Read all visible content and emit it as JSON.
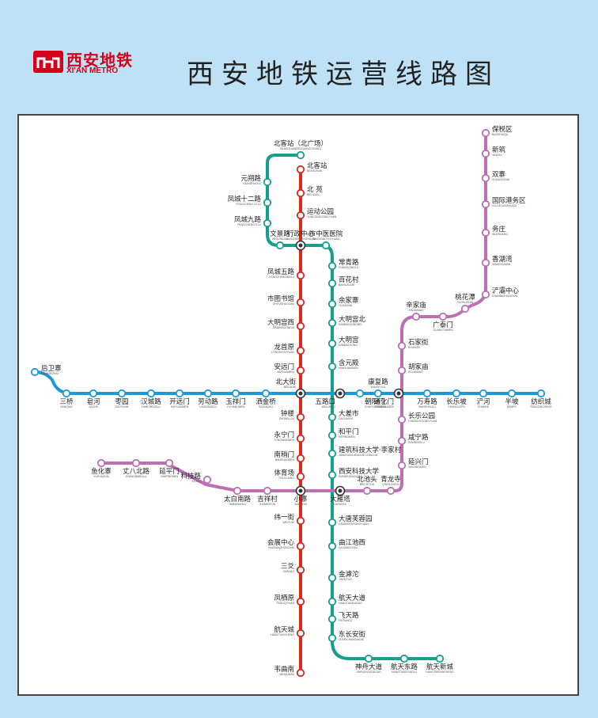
{
  "header": {
    "logo_cn": "西安地铁",
    "logo_en": "XI'AN METRO",
    "title": "西安地铁运营线路图"
  },
  "lines": {
    "line1": {
      "color": "#1c9ad6"
    },
    "line2": {
      "color": "#e1261c"
    },
    "line3": {
      "color": "#bd6fb6"
    },
    "line4": {
      "color": "#15a08e"
    }
  },
  "stations": {
    "houweizhai": {
      "cn": "后卫寨",
      "en": "HOUWEIZHAI"
    },
    "sanqiao": {
      "cn": "三桥",
      "en": "SANQIAO"
    },
    "zaohe": {
      "cn": "皂河",
      "en": "ZAOHE"
    },
    "zaoyuan": {
      "cn": "枣园",
      "en": "ZAOYUAN"
    },
    "hanchenglu": {
      "cn": "汉城路",
      "en": "HANCHENGLU"
    },
    "kaiyuanmen": {
      "cn": "开远门",
      "en": "KAIYUANMEN"
    },
    "laodonglu": {
      "cn": "劳动路",
      "en": "LAODONGLU"
    },
    "yuxiangmen": {
      "cn": "玉祥门",
      "en": "YUXIANGMEN"
    },
    "sajinqiao": {
      "cn": "洒金桥",
      "en": "SAJINQIAO"
    },
    "beidajie": {
      "cn": "北大街",
      "en": "BEIDAJIE"
    },
    "wuluokou": {
      "cn": "五路口",
      "en": "WULUKOU"
    },
    "chaoyangmen": {
      "cn": "朝阳门",
      "en": "CHAOYANGMEN"
    },
    "kangfulu": {
      "cn": "康复路",
      "en": "KANGFULU"
    },
    "tonghuamen": {
      "cn": "通化门",
      "en": "TONGHUAMEN"
    },
    "wanshoulu": {
      "cn": "万寿路",
      "en": "WANSHOULU"
    },
    "changlepo": {
      "cn": "长乐坡",
      "en": "CHANGLEPO"
    },
    "chanhe": {
      "cn": "浐河",
      "en": "CHANHE"
    },
    "banpo": {
      "cn": "半坡",
      "en": "BANPO"
    },
    "fangzhicheng": {
      "cn": "纺织城",
      "en": "FANGZHICHENG"
    },
    "beikezhan": {
      "cn": "北客站",
      "en": "BEIKEZHAN"
    },
    "beiyuan": {
      "cn": "北 苑",
      "en": "BEIYUAN"
    },
    "yundonggongyuan": {
      "cn": "运动公园",
      "en": "YUNDONGGONGYUAN"
    },
    "xingzhengzhongxin": {
      "cn": "行政中心",
      "en": "XINGZHENGZHONGXIN"
    },
    "fengchengwulu": {
      "cn": "凤城五路",
      "en": "FENGCHENGWULU"
    },
    "shitushuguan": {
      "cn": "市图书馆",
      "en": "SHITUSHUGUAN"
    },
    "damingongxi": {
      "cn": "大明宫西",
      "en": "DAMINGGONGXI"
    },
    "longshouyuan": {
      "cn": "龙首原",
      "en": "LONGSHOUYUAN"
    },
    "anyuanmen": {
      "cn": "安远门",
      "en": "ANYUANMEN"
    },
    "zhonglou": {
      "cn": "钟楼",
      "en": "ZHONGLOU"
    },
    "yongningmen": {
      "cn": "永宁门",
      "en": "YONGNINGMEN"
    },
    "nanshaomen": {
      "cn": "南稍门",
      "en": "NANSHAOMEN"
    },
    "tiyuchang": {
      "cn": "体育场",
      "en": "TIYUCHANG"
    },
    "xiaozhai": {
      "cn": "小寨",
      "en": "XIAOZHAI"
    },
    "weiyijie": {
      "cn": "纬一街",
      "en": "WEIYIJIE"
    },
    "huizhanzhongxin": {
      "cn": "会展中心",
      "en": "HUIZHANZHONGXIN"
    },
    "sanyao": {
      "cn": "三爻",
      "en": "SANYAO"
    },
    "fengqiyuan": {
      "cn": "凤栖原",
      "en": "FENGQIYUAN"
    },
    "hangtiancheng": {
      "cn": "航天城",
      "en": "HANGTIANCHENG"
    },
    "weiqu_nan": {
      "cn": "韦曲南",
      "en": "WEIQUNAN"
    },
    "beikezhan_bei": {
      "cn": "北客站（北广场）",
      "en": "BEIKEZHAN(BEIGUANGCHANG)"
    },
    "yuanshuolu": {
      "cn": "元朔路",
      "en": "YUANSHUOLU"
    },
    "fengchengshierlu": {
      "cn": "凤城十二路",
      "en": "FENGCHENG 12 LU"
    },
    "fengchengjiulu": {
      "cn": "凤城九路",
      "en": "FENGCHENG 9 LU"
    },
    "wenjinglu": {
      "cn": "文景路",
      "en": "WENJINGLU"
    },
    "shizhongyiyiyuan": {
      "cn": "市中医医院",
      "en": "SHIZHONGYIYIYUAN"
    },
    "changqinglu": {
      "cn": "常青路",
      "en": "CHANGQINGLU"
    },
    "baihuacun": {
      "cn": "百花村",
      "en": "BAIHUACUN"
    },
    "yujiazhai": {
      "cn": "余家寨",
      "en": "YUJIAZHAI"
    },
    "damingongbei": {
      "cn": "大明宫北",
      "en": "DAMINGGONGBEI"
    },
    "damingong": {
      "cn": "大明宫",
      "en": "DAMINGGONG"
    },
    "hanyuandian": {
      "cn": "含元殿",
      "en": "HANYUANDIAN"
    },
    "dachashi": {
      "cn": "大差市",
      "en": "DACHASHI"
    },
    "hepingmen": {
      "cn": "和平门",
      "en": "HEPINGMEN"
    },
    "jianzhukeji": {
      "cn": "建筑科技大学·李家村",
      "en": "JIANZHUKEJIDAXUE·LIJIACUN"
    },
    "xiankeji": {
      "cn": "西安科技大学",
      "en": "XIANKEJIDAXUE"
    },
    "dayanta": {
      "cn": "大雁塔",
      "en": "DAYANTA"
    },
    "datangfuronghyuan": {
      "cn": "大唐芙蓉园",
      "en": "DATANGFURONGYUAN"
    },
    "qujiangchixi": {
      "cn": "曲江池西",
      "en": "QUJIANGCHIXI"
    },
    "jinhutuo": {
      "cn": "金滹沱",
      "en": "JINHUTUO"
    },
    "hangtiandadao": {
      "cn": "航天大道",
      "en": "HANGTIANDADAO"
    },
    "feitianlu": {
      "cn": "飞天路",
      "en": "FEITIANLU"
    },
    "dongchanganjie": {
      "cn": "东长安街",
      "en": "DONGCHANGANJIE"
    },
    "shenzhoudadao": {
      "cn": "神舟大道",
      "en": "SHENZHOUDADAO"
    },
    "hangtiandonglu": {
      "cn": "航天东路",
      "en": "HANGTIANDONGLU"
    },
    "hangtianxincheng": {
      "cn": "航天新城",
      "en": "HANGTIANXINCHENG"
    },
    "baoshuiqu": {
      "cn": "保税区",
      "en": "BAOSHUIQU"
    },
    "xinzhu": {
      "cn": "新筑",
      "en": "XINZHU"
    },
    "shuangzhai": {
      "cn": "双寨",
      "en": "SHUANGZHAI"
    },
    "guojigangwuqu": {
      "cn": "国际港务区",
      "en": "GUOJIGANGWUQU"
    },
    "wuzhuang": {
      "cn": "务庄",
      "en": "WUZHUANG"
    },
    "xianghuwan": {
      "cn": "香湖湾",
      "en": "XIANGHUWAN"
    },
    "chanbazhongxin": {
      "cn": "浐灞中心",
      "en": "CHANBAZHONGXIN"
    },
    "taohuatan": {
      "cn": "桃花潭",
      "en": "TAOHUATAN"
    },
    "guangtaimen": {
      "cn": "广泰门",
      "en": "GUANGTAIMEN"
    },
    "xinjiamiao": {
      "cn": "辛家庙",
      "en": "XINJIAMIAO"
    },
    "shijiajie": {
      "cn": "石家街",
      "en": "SHIJIAJIE"
    },
    "hujiamiao": {
      "cn": "胡家庙",
      "en": "HUJIAMIAO"
    },
    "changlegongyuan": {
      "cn": "长乐公园",
      "en": "CHANGLEGONGYUAN"
    },
    "xianninglu": {
      "cn": "咸宁路",
      "en": "XIANNINGLU"
    },
    "yanxingmen": {
      "cn": "延兴门",
      "en": "YANXINGMEN"
    },
    "qinglongsi": {
      "cn": "青龙寺",
      "en": "QINGLONGSI"
    },
    "beichitou": {
      "cn": "北池头",
      "en": "BEICHITOU"
    },
    "jixiangcun": {
      "cn": "吉祥村",
      "en": "JIXIANGCUN"
    },
    "taibainanlu": {
      "cn": "太白南路",
      "en": "TAIBAINANLU"
    },
    "kejilu": {
      "cn": "科技路",
      "en": "KEJILU"
    },
    "yanpingmen": {
      "cn": "延平门",
      "en": "YANPINGMEN"
    },
    "yubabeilu": {
      "cn": "丈八北路",
      "en": "ZHANGBABEILU"
    },
    "yuhuazhai": {
      "cn": "鱼化寨",
      "en": "YUHUAZHAI"
    }
  }
}
